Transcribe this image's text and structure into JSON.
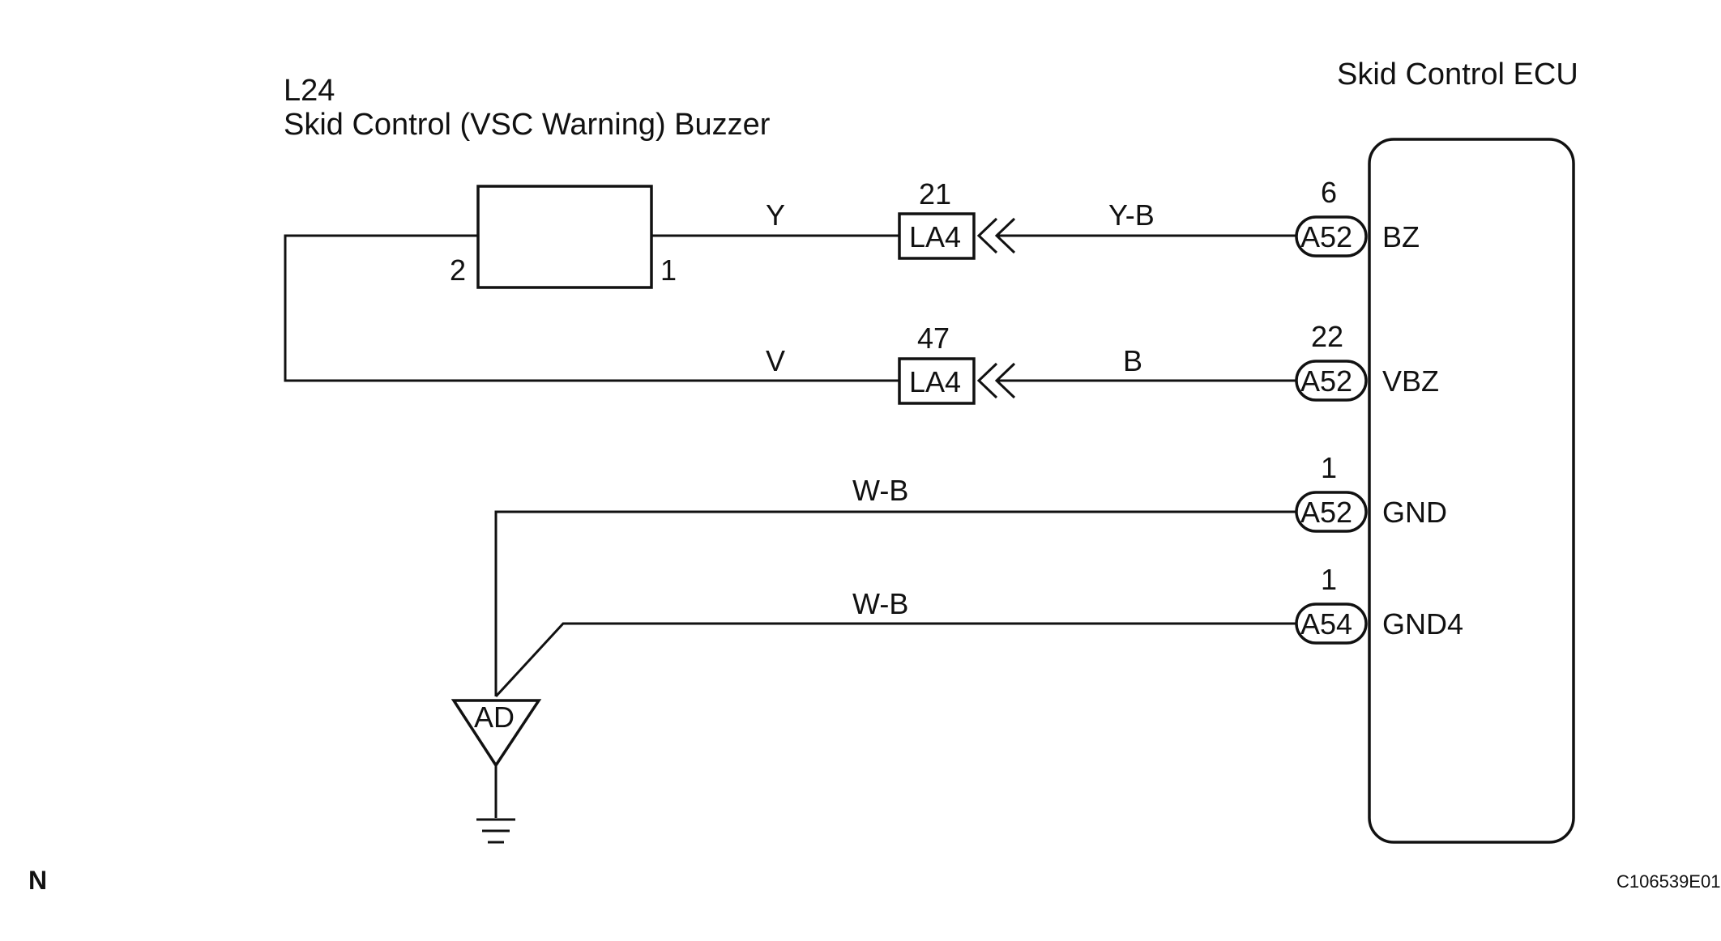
{
  "buzzer": {
    "code": "L24",
    "name": "Skid Control (VSC Warning) Buzzer",
    "pin_1": "1",
    "pin_2": "2"
  },
  "ecu": {
    "name": "Skid Control ECU"
  },
  "wires": {
    "y": "Y",
    "y_b": "Y-B",
    "v": "V",
    "b": "B",
    "w_b_1": "W-B",
    "w_b_2": "W-B"
  },
  "junctions": {
    "la4_top": {
      "pin": "21",
      "label": "LA4"
    },
    "la4_bottom": {
      "pin": "47",
      "label": "LA4"
    }
  },
  "connectors": {
    "bz": {
      "pin": "6",
      "label": "A52",
      "terminal": "BZ"
    },
    "vbz": {
      "pin": "22",
      "label": "A52",
      "terminal": "VBZ"
    },
    "gnd": {
      "pin": "1",
      "label": "A52",
      "terminal": "GND"
    },
    "gnd4": {
      "pin": "1",
      "label": "A54",
      "terminal": "GND4"
    }
  },
  "ground_point": {
    "label": "AD"
  },
  "footer": {
    "left_mark": "N",
    "figure_code": "C106539E01"
  }
}
